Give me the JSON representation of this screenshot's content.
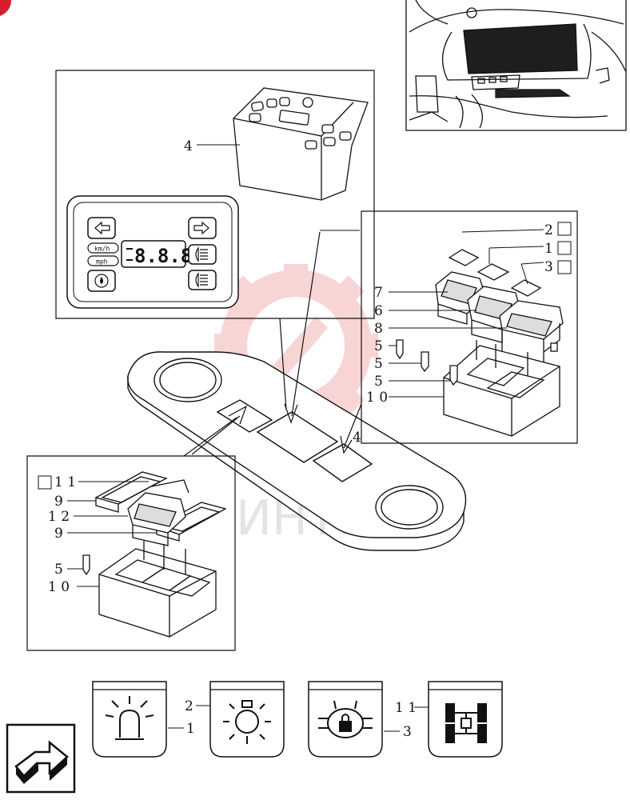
{
  "labels": {
    "p1": "1",
    "p2": "2",
    "p3": "3",
    "p4a": "4",
    "p4b": "4",
    "p5a": "5",
    "p5b": "5",
    "p5c": "5",
    "p5d": "5",
    "p6": "6",
    "p7": "7",
    "p8": "8",
    "p9a": "9",
    "p9b": "9",
    "p10a": "1 0",
    "p10b": "1 0",
    "p11a": "1 1",
    "p11b": "1 1",
    "p12": "1 2"
  },
  "legend": {
    "s1": "1",
    "s2": "2",
    "s3": "3",
    "s11": "1 1"
  },
  "display": {
    "kmh": "km/h",
    "mph": "mph",
    "digits": "8.8.8"
  },
  "watermark": "ИНТЕХ",
  "colors": {
    "ink": "#111111",
    "watermark": "#f4b4b4",
    "brand": "#d81d2c"
  }
}
